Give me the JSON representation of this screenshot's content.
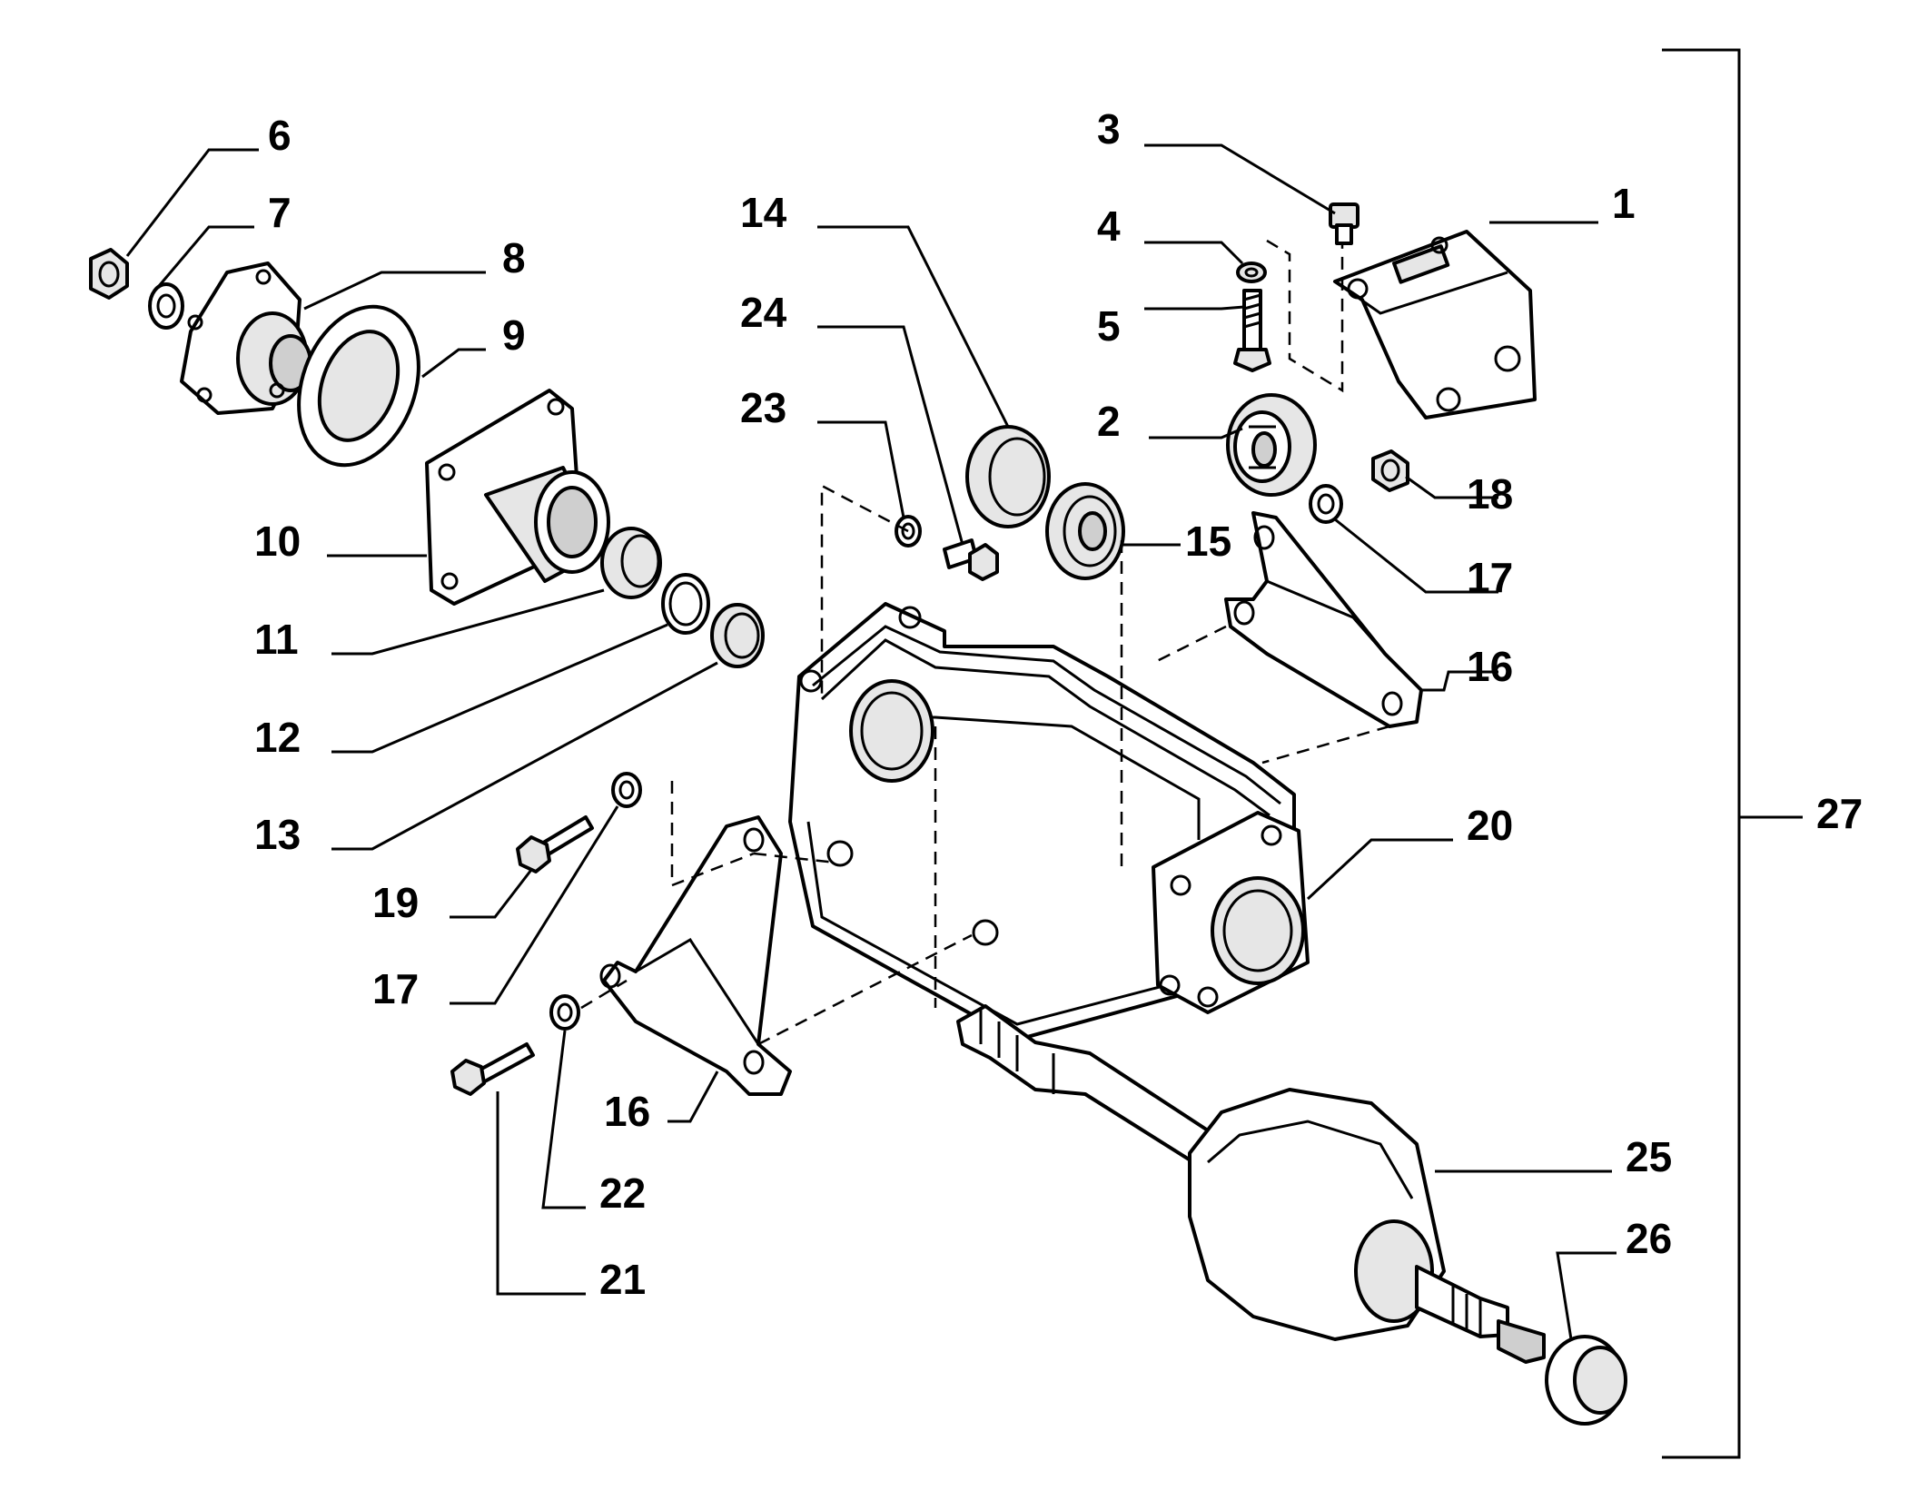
{
  "callouts": {
    "n1": "1",
    "n2": "2",
    "n3": "3",
    "n4": "4",
    "n5": "5",
    "n6": "6",
    "n7": "7",
    "n8": "8",
    "n9": "9",
    "n10": "10",
    "n11": "11",
    "n12": "12",
    "n13": "13",
    "n14": "14",
    "n15": "15",
    "n16a": "16",
    "n16b": "16",
    "n17a": "17",
    "n17b": "17",
    "n18": "18",
    "n19": "19",
    "n20": "20",
    "n21": "21",
    "n22": "22",
    "n23": "23",
    "n24": "24",
    "n25": "25",
    "n26": "26",
    "n27": "27"
  }
}
